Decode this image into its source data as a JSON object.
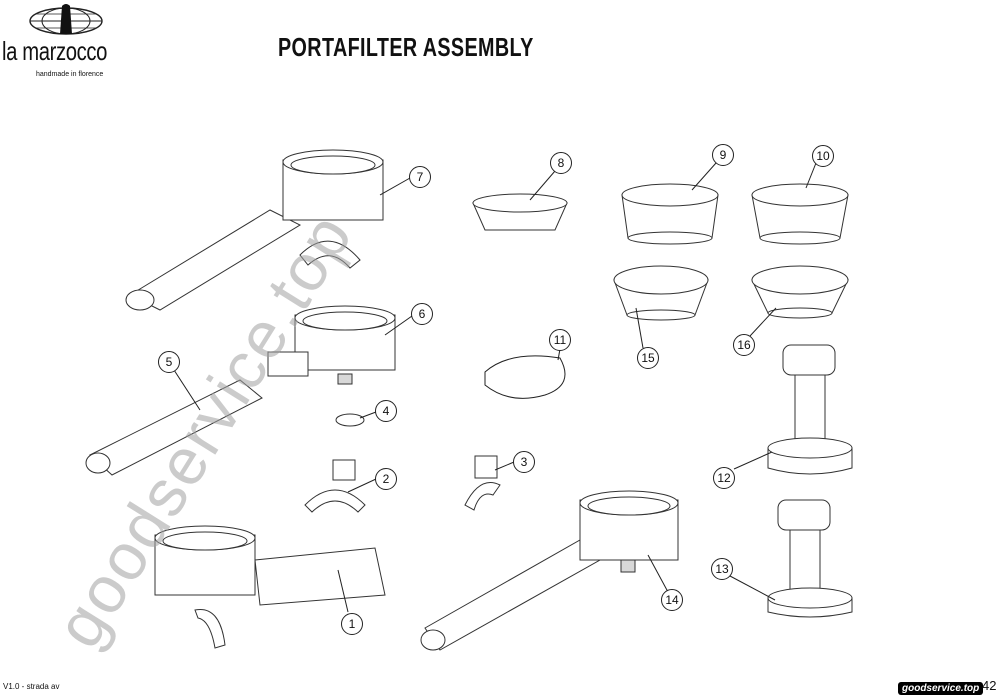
{
  "header": {
    "brand": "la marzocco",
    "tagline": "handmade in florence",
    "title": "PORTAFILTER ASSEMBLY"
  },
  "footer": {
    "version": "V1.0 - strada av",
    "page_number": "42",
    "site_badge": "goodservice.top"
  },
  "watermark": "goodservice.top",
  "callouts": [
    "1",
    "2",
    "3",
    "4",
    "5",
    "6",
    "7",
    "8",
    "9",
    "10",
    "11",
    "12",
    "13",
    "14",
    "15",
    "16"
  ]
}
